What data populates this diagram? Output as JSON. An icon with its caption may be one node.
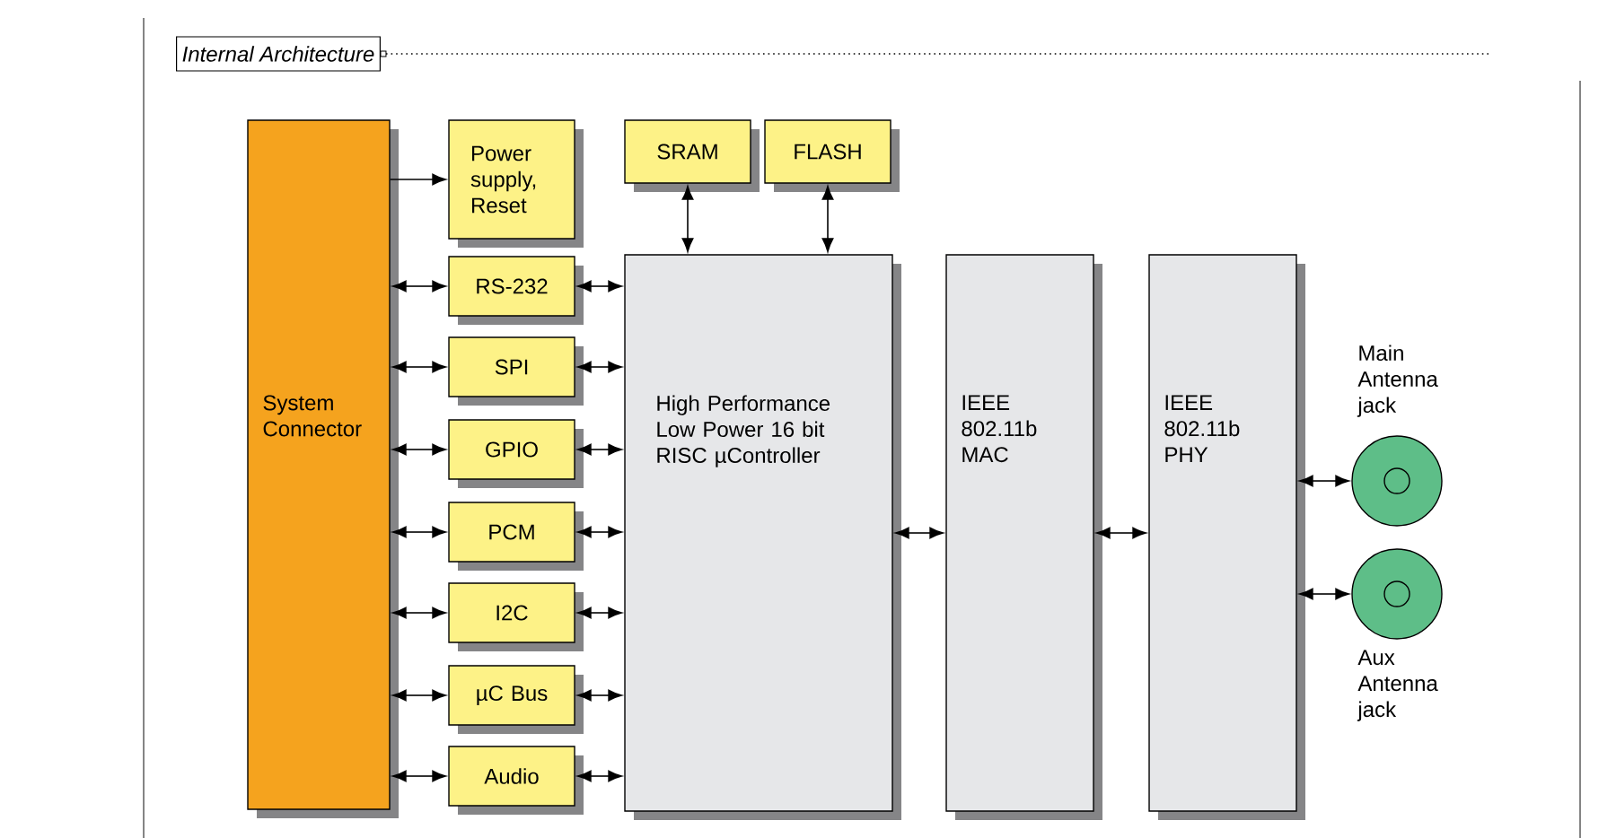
{
  "diagram": {
    "title": "Internal Architecture",
    "nodes": [
      {
        "text": [
          "System Connector"
        ]
      },
      {
        "text": [
          "Power supply, Reset"
        ]
      },
      {
        "text": [
          "RS-232"
        ]
      },
      {
        "text": [
          "SPI"
        ]
      },
      {
        "text": [
          "GPIO"
        ]
      },
      {
        "text": [
          "PCM"
        ]
      },
      {
        "text": [
          "I2C"
        ]
      },
      {
        "text": [
          "µC Bus"
        ]
      },
      {
        "text": [
          "Audio"
        ]
      },
      {
        "text": [
          "SRAM"
        ]
      },
      {
        "text": [
          "FLASH"
        ]
      },
      {
        "text": [
          "High Performance Low Power 16 bit RISC µController"
        ]
      },
      {
        "text": [
          "IEEE 802.11b MAC"
        ]
      },
      {
        "text": [
          "IEEE 802.11b PHY"
        ]
      },
      {
        "text": [],
        "shape": "circle",
        "beside": [
          "Main Antenna jack"
        ]
      },
      {
        "text": [],
        "shape": "circle",
        "beside": [
          "Aux Antenna jack"
        ]
      }
    ],
    "edges": [
      {
        "from": 0,
        "to": 1,
        "arrow": "to"
      },
      {
        "from": 0,
        "to": 2,
        "arrow": "both"
      },
      {
        "from": 0,
        "to": 3,
        "arrow": "both"
      },
      {
        "from": 0,
        "to": 4,
        "arrow": "both"
      },
      {
        "from": 0,
        "to": 5,
        "arrow": "both"
      },
      {
        "from": 0,
        "to": 6,
        "arrow": "both"
      },
      {
        "from": 0,
        "to": 7,
        "arrow": "both"
      },
      {
        "from": 0,
        "to": 8,
        "arrow": "both"
      },
      {
        "from": 2,
        "to": 11,
        "arrow": "both"
      },
      {
        "from": 3,
        "to": 11,
        "arrow": "both"
      },
      {
        "from": 4,
        "to": 11,
        "arrow": "both"
      },
      {
        "from": 5,
        "to": 11,
        "arrow": "both"
      },
      {
        "from": 6,
        "to": 11,
        "arrow": "both"
      },
      {
        "from": 7,
        "to": 11,
        "arrow": "both"
      },
      {
        "from": 8,
        "to": 11,
        "arrow": "both"
      },
      {
        "from": 9,
        "to": 11,
        "arrow": "both"
      },
      {
        "from": 10,
        "to": 11,
        "arrow": "both"
      },
      {
        "from": 11,
        "to": 12,
        "arrow": "both"
      },
      {
        "from": 12,
        "to": 13,
        "arrow": "both"
      },
      {
        "from": 13,
        "to": 14,
        "arrow": "both"
      },
      {
        "from": 13,
        "to": 15,
        "arrow": "both"
      }
    ]
  }
}
